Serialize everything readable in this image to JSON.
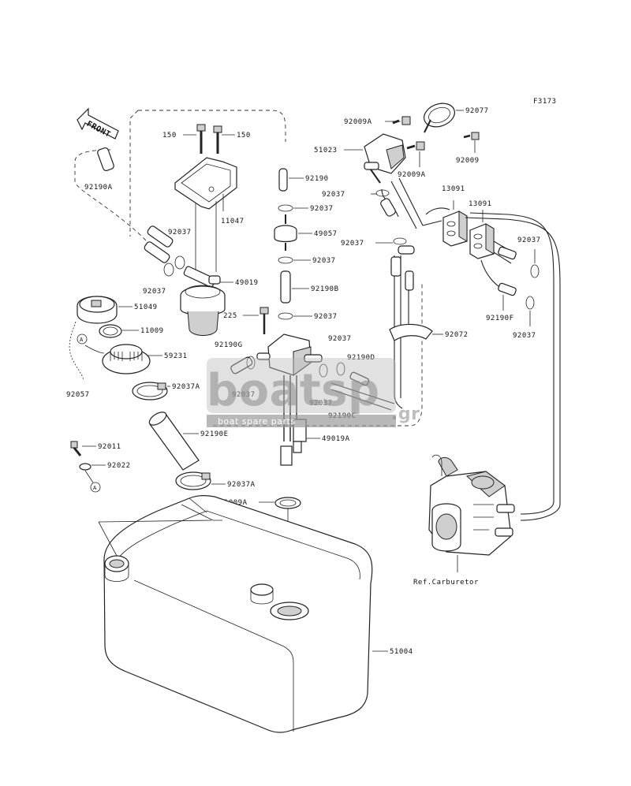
{
  "figure_id": "F3173",
  "front_label": "FRONT",
  "callout_a": "A",
  "ref_carburetor": "Ref.Carburetor",
  "watermark": {
    "main": "boatsp",
    "sub": "boat spare parts",
    "gr": ".gr"
  },
  "labels": {
    "l150a": "150",
    "l150b": "150",
    "l92190a_top": "92190A",
    "l11047": "11047",
    "l92190": "92190",
    "l92037_1": "92037",
    "l49057": "49057",
    "l92037_2": "92037",
    "l92190b": "92190B",
    "l92037_3": "92037",
    "l92037_4": "92037",
    "l92037_5": "92037",
    "l49019": "49019",
    "l51049": "51049",
    "l11009": "11009",
    "l59231": "59231",
    "l92057": "92057",
    "l92037a_1": "92037A",
    "l92190e": "92190E",
    "l92011": "92011",
    "l92022": "92022",
    "l92037a_2": "92037A",
    "l11009a": "11009A",
    "l225": "225",
    "l92190g": "92190G",
    "l92037_6": "92037",
    "l92037_7": "92037",
    "l92190d": "92190D",
    "l92037_8": "92037",
    "l92190c": "92190C",
    "l49019a": "49019A",
    "l92009a_1": "92009A",
    "l92077": "92077",
    "l51023": "51023",
    "l92009a_2": "92009A",
    "l92009": "92009",
    "l92037_9": "92037",
    "l92037_10": "92037",
    "l13091a": "13091",
    "l13091b": "13091",
    "l92037_11": "92037",
    "l92190f": "92190F",
    "l92037_12": "92037",
    "l92072": "92072",
    "l51004": "51004"
  }
}
